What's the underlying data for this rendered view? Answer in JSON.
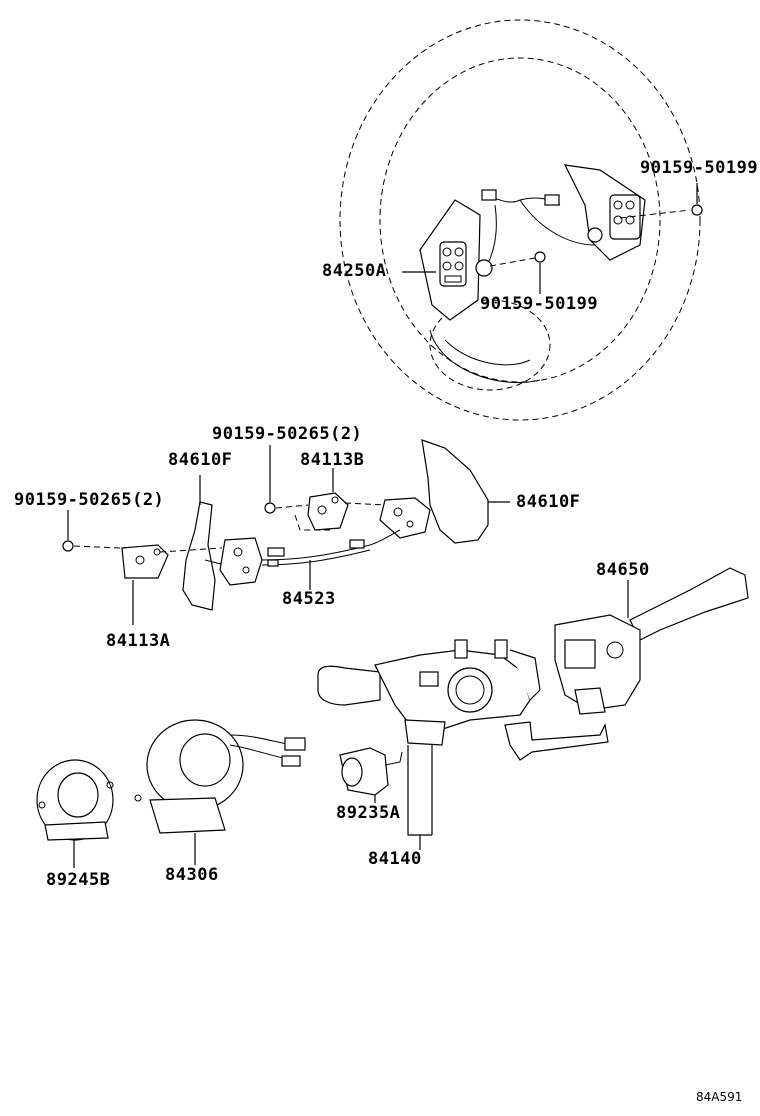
{
  "diagram": {
    "labels": {
      "p90159_50199_right": "90159-50199",
      "p84250A": "84250A",
      "p90159_50199_center": "90159-50199",
      "p90159_50265_top": "90159-50265(2)",
      "p84610F_left": "84610F",
      "p84113B": "84113B",
      "p84610F_right": "84610F",
      "p90159_50265_left": "90159-50265(2)",
      "p84523": "84523",
      "p84113A": "84113A",
      "p84650": "84650",
      "p89235A": "89235A",
      "p84140": "84140",
      "p89245B": "89245B",
      "p84306": "84306"
    },
    "reference_code": "84A591"
  }
}
